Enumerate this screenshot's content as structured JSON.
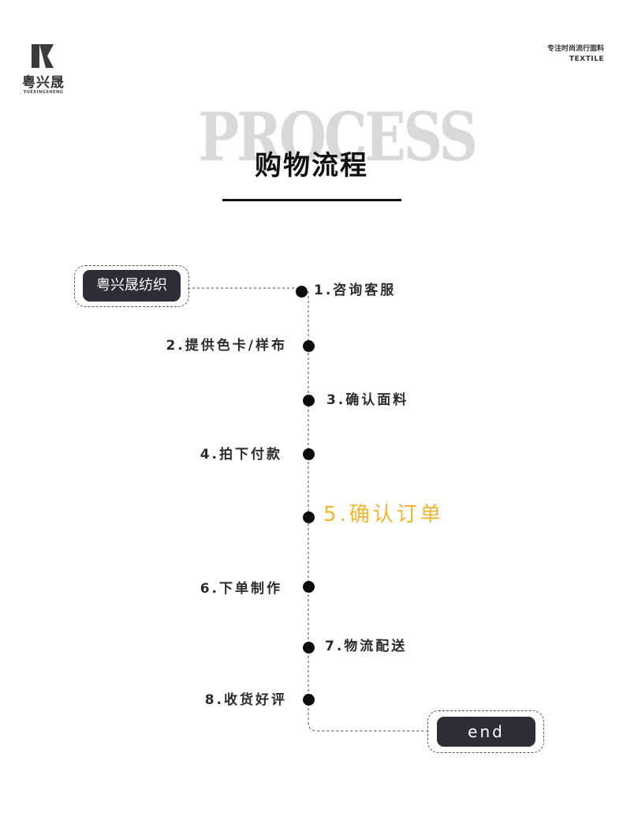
{
  "brand": {
    "name_cn": "粤兴晟",
    "name_en": "YUEXINGSHENG",
    "tagline_cn": "专注时尚流行面料",
    "tagline_en": "TEXTILE"
  },
  "header": {
    "watermark": "PROCESS",
    "title": "购物流程"
  },
  "start_badge": "粤兴晟纺织",
  "steps": [
    {
      "label": "1.咨询客服",
      "side": "right"
    },
    {
      "label": "2.提供色卡/样布",
      "side": "left"
    },
    {
      "label": "3.确认面料",
      "side": "right"
    },
    {
      "label": "4.拍下付款",
      "side": "left"
    },
    {
      "label": "5.确认订单",
      "side": "right",
      "highlight": true
    },
    {
      "label": "6.下单制作",
      "side": "left"
    },
    {
      "label": "7.物流配送",
      "side": "right"
    },
    {
      "label": "8.收货好评",
      "side": "left"
    }
  ],
  "end_badge": "end",
  "colors": {
    "accent": "#f5b42a",
    "badge": "#2e2c36",
    "ink": "#111111"
  }
}
